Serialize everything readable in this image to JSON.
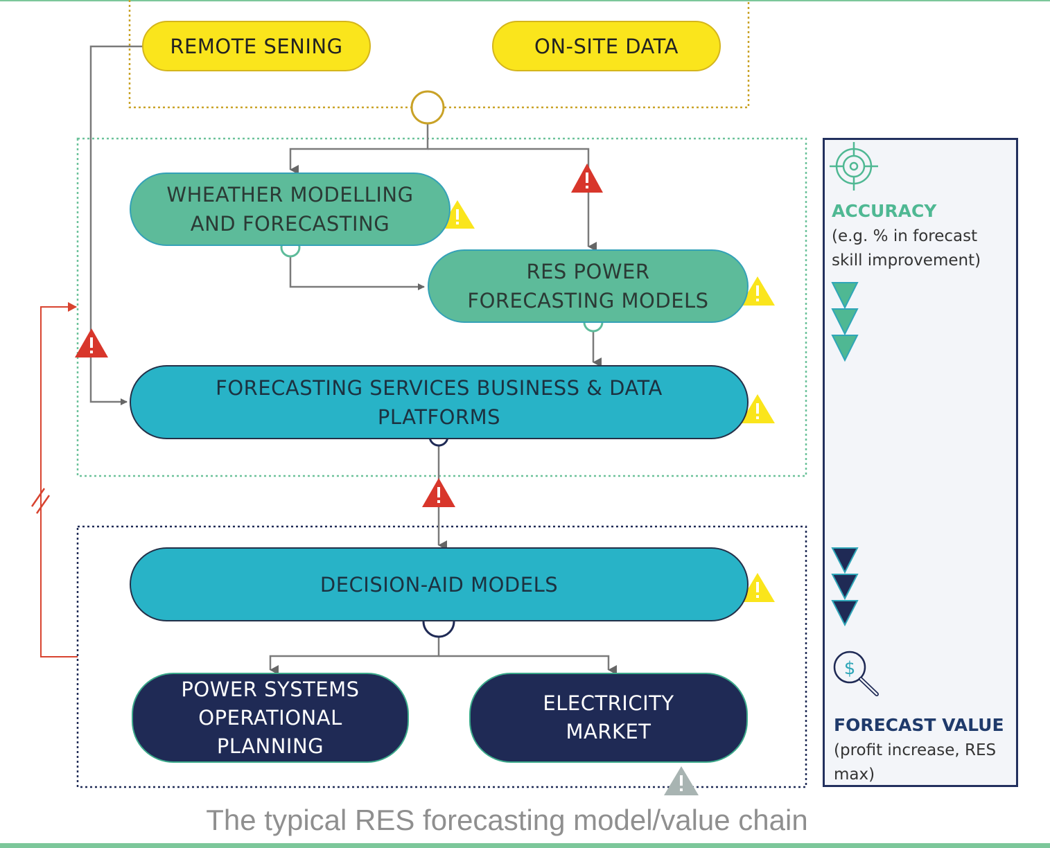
{
  "nodes": {
    "remote_sensing": "REMOTE SENING",
    "on_site_data": "ON-SITE DATA",
    "weather_line1": "WHEATHER MODELLING",
    "weather_line2": "AND FORECASTING",
    "res_power_line1": "RES POWER",
    "res_power_line2": "FORECASTING MODELS",
    "forecasting_services_line1": "FORECASTING SERVICES BUSINESS & DATA",
    "forecasting_services_line2": "PLATFORMS",
    "decision_aid": "DECISION-AID MODELS",
    "power_systems_line1": "POWER SYSTEMS",
    "power_systems_line2": "OPERATIONAL",
    "power_systems_line3": "PLANNING",
    "electricity_line1": "ELECTRICITY",
    "electricity_line2": "MARKET"
  },
  "side_panel": {
    "accuracy_title": "ACCURACY",
    "accuracy_desc_line1": "(e.g. % in forecast",
    "accuracy_desc_line2": "skill improvement)",
    "forecast_value_title": "FORECAST VALUE",
    "forecast_value_desc_line1": "(profit increase, RES",
    "forecast_value_desc_line2": "max)",
    "accuracy_icon": "target-icon",
    "value_icon": "dollar-magnifier-icon"
  },
  "caption": "The typical RES forecasting model/value chain",
  "colors": {
    "yellow": "#fae51c",
    "green": "#5dbb9a",
    "teal": "#28b3c7",
    "navy": "#1f2a55",
    "warning_red": "#d8362b",
    "warning_yellow": "#fae51c",
    "warning_grey": "#a8b4b2",
    "feedback_red": "#d8432f"
  }
}
